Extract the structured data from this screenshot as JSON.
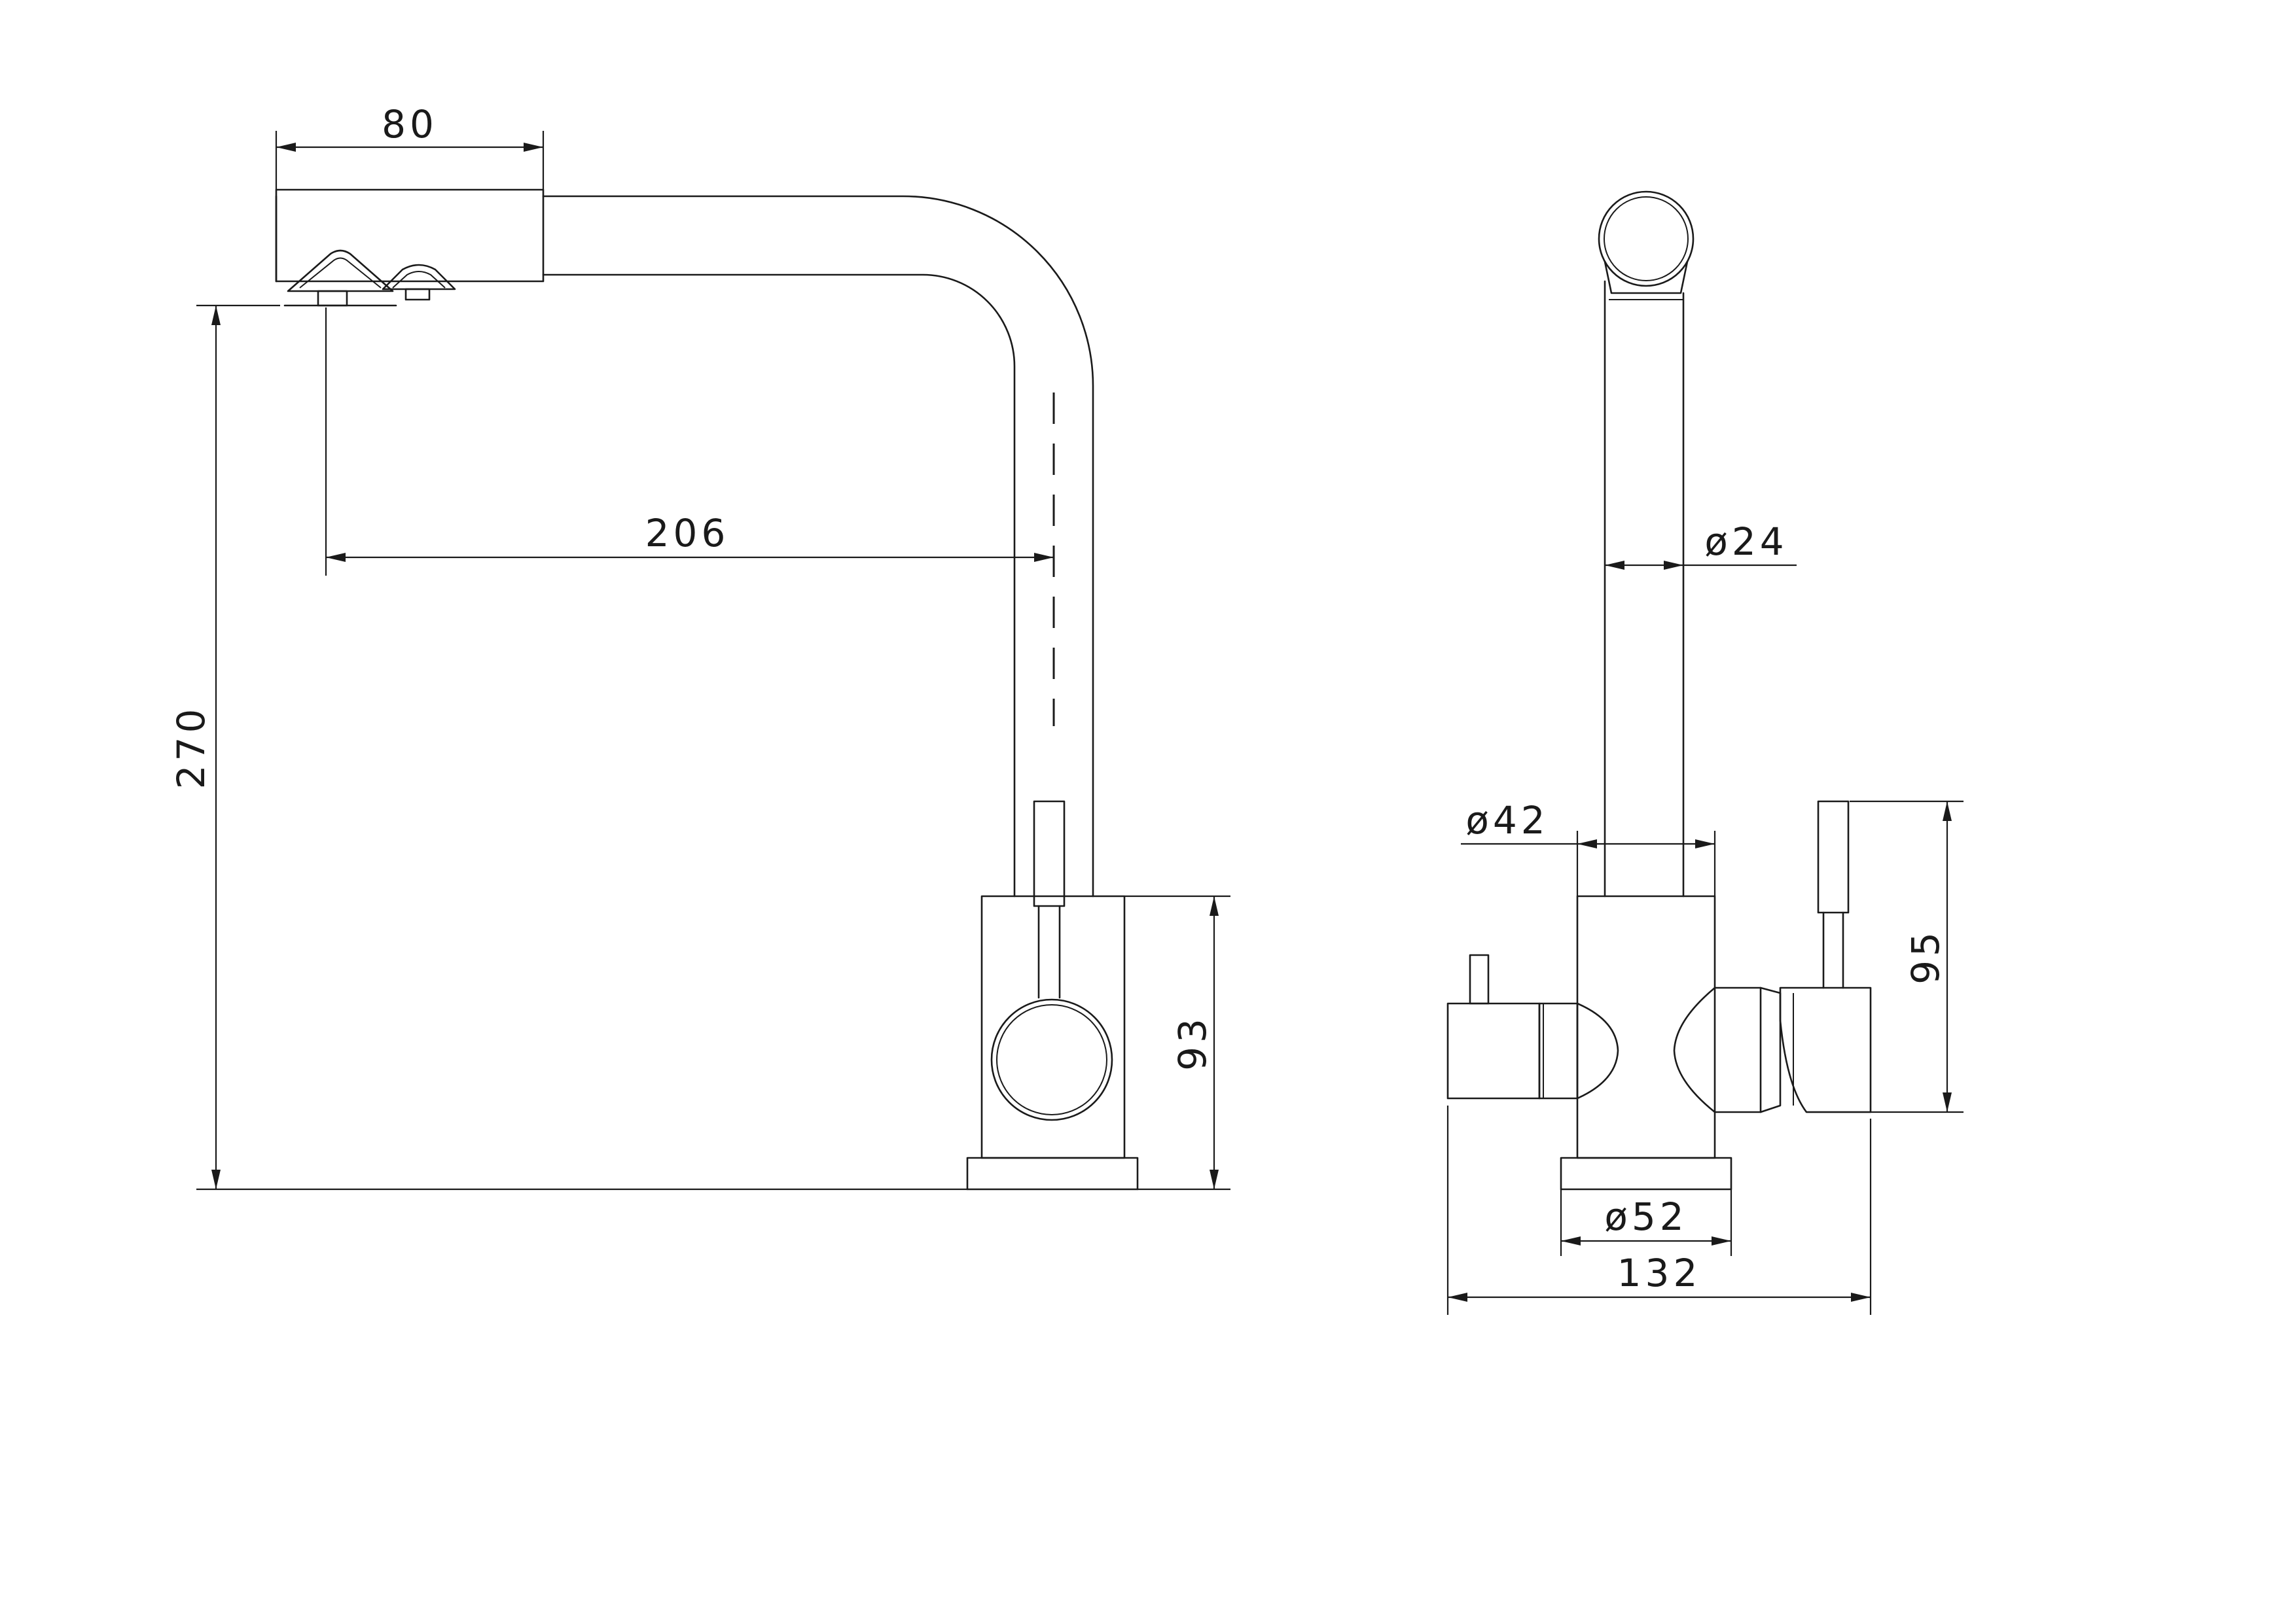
{
  "dimensions": {
    "head_width": "80",
    "reach": "206",
    "total_height": "270",
    "body_height": "93",
    "spout_diameter": "ø24",
    "body_diameter": "ø42",
    "base_diameter": "ø52",
    "overall_width": "132",
    "lever_height": "95"
  }
}
